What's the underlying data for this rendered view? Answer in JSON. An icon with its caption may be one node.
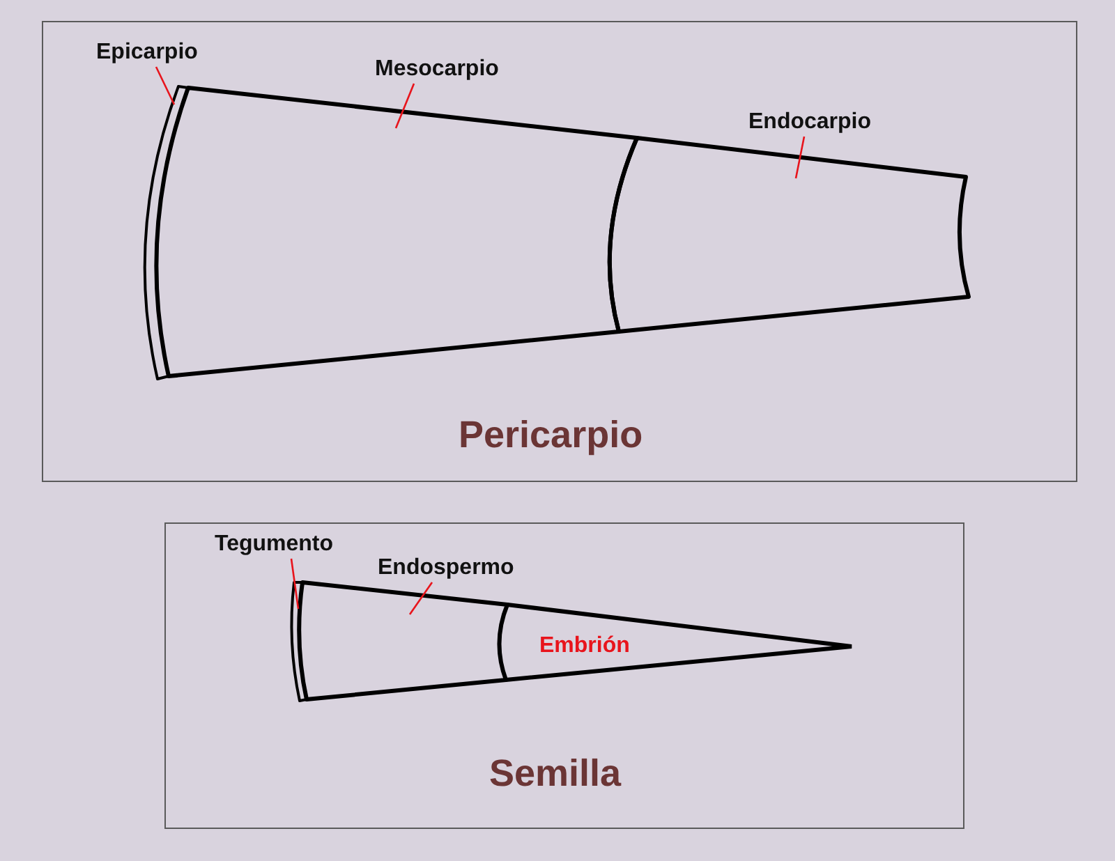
{
  "diagram": {
    "nodes": [
      {
        "text": [
          "Pericarpio"
        ]
      },
      {
        "text": [
          "Epicarpio"
        ],
        "in": 0
      },
      {
        "text": [
          "Mesocarpio"
        ],
        "in": 0
      },
      {
        "text": [
          "Endocarpio"
        ],
        "in": 0
      },
      {
        "text": [],
        "shape": "band",
        "in": 0
      },
      {
        "text": [],
        "shape": "region",
        "in": 0
      },
      {
        "text": [],
        "shape": "region",
        "in": 0
      },
      {
        "text": [
          "Semilla"
        ]
      },
      {
        "text": [
          "Tegumento"
        ],
        "in": 7
      },
      {
        "text": [
          "Endospermo"
        ],
        "in": 7
      },
      {
        "text": [
          "Embrión"
        ],
        "in": 7
      },
      {
        "text": [],
        "shape": "band",
        "in": 7
      },
      {
        "text": [],
        "shape": "region",
        "in": 7
      }
    ],
    "edges": [
      {
        "from": 1,
        "to": 4,
        "arrow": "none",
        "color": "#e8141c"
      },
      {
        "from": 2,
        "to": 5,
        "arrow": "none",
        "color": "#e8141c"
      },
      {
        "from": 3,
        "to": 6,
        "arrow": "none",
        "color": "#e8141c"
      },
      {
        "from": 8,
        "to": 11,
        "arrow": "none",
        "color": "#e8141c"
      },
      {
        "from": 9,
        "to": 12,
        "arrow": "none",
        "color": "#e8141c"
      }
    ]
  }
}
